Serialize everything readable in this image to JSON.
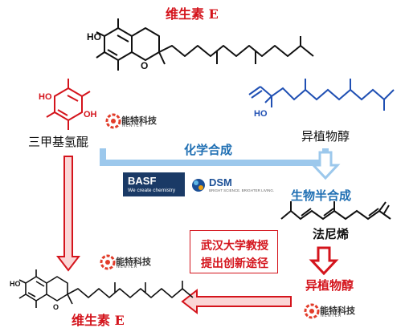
{
  "texts": {
    "title_top": "维生素 E",
    "title_bottom": "维生素 E",
    "tmhq_label": "三甲基氢醌",
    "isophytol_top_label": "异植物醇",
    "chem_synthesis": "化学合成",
    "bio_semisynthesis": "生物半合成",
    "farnesene_label": "法尼烯",
    "isophytol_bottom_label": "异植物醇",
    "callout_line1": "武汉大学教授",
    "callout_line2": "提出创新途径"
  },
  "atoms": {
    "ho_top": "HO",
    "o_top": "O",
    "oh_tmhq_top": "HO",
    "oh_tmhq_bottom": "OH",
    "oh_isophytol": "HO",
    "ho_bottom": "HO",
    "o_bottom": "O"
  },
  "logos": {
    "nenter_name": "能特科技",
    "nenter_sub": "NENTER",
    "basf_name": "BASF",
    "basf_tagline": "We create chemistry",
    "dsm_name": "DSM",
    "dsm_tagline": "BRIGHT SCIENCE. BRIGHTER LIVING."
  },
  "colors": {
    "red": "#d4141c",
    "blue": "#1f6fb3",
    "arrow_blue_fill": "#9cc8ec",
    "red_fill": "#fbd6d6",
    "black": "#111111",
    "nenter_icon": "#e23c2a"
  }
}
